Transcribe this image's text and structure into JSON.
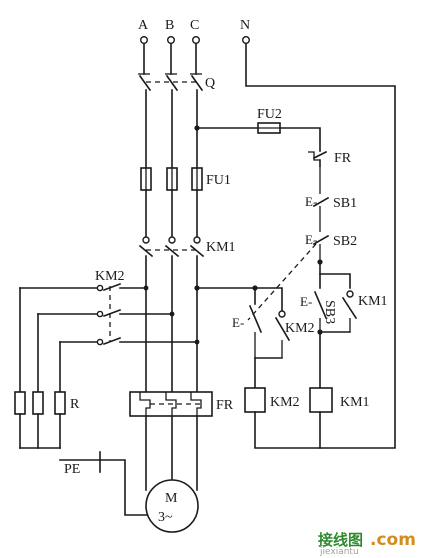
{
  "phases": [
    "A",
    "B",
    "C"
  ],
  "neutral": "N",
  "labels": {
    "breaker": "Q",
    "fuse_main": "FU1",
    "fuse_ctrl": "FU2",
    "contactor_main": "KM1",
    "contactor_rev": "KM2",
    "thermal_relay": "FR",
    "thermal_relay_contact": "FR",
    "stop_button": "SB1",
    "forward_button": "SB2",
    "reverse_button": "SB3",
    "resistor": "R",
    "km1_aux": "KM1",
    "km2_aux": "KM2",
    "km2_coil": "KM2",
    "km1_coil": "KM1",
    "protective_earth": "PE",
    "motor_m": "M",
    "motor_type": "3~",
    "button_mark_stop": "E-",
    "button_mark_forward": "E-",
    "button_mark_reverse": "E-",
    "button_mark_km2": "E-"
  },
  "watermark": {
    "cn": "接线图",
    "com": ".com",
    "pinyin": "jiexiantu"
  }
}
